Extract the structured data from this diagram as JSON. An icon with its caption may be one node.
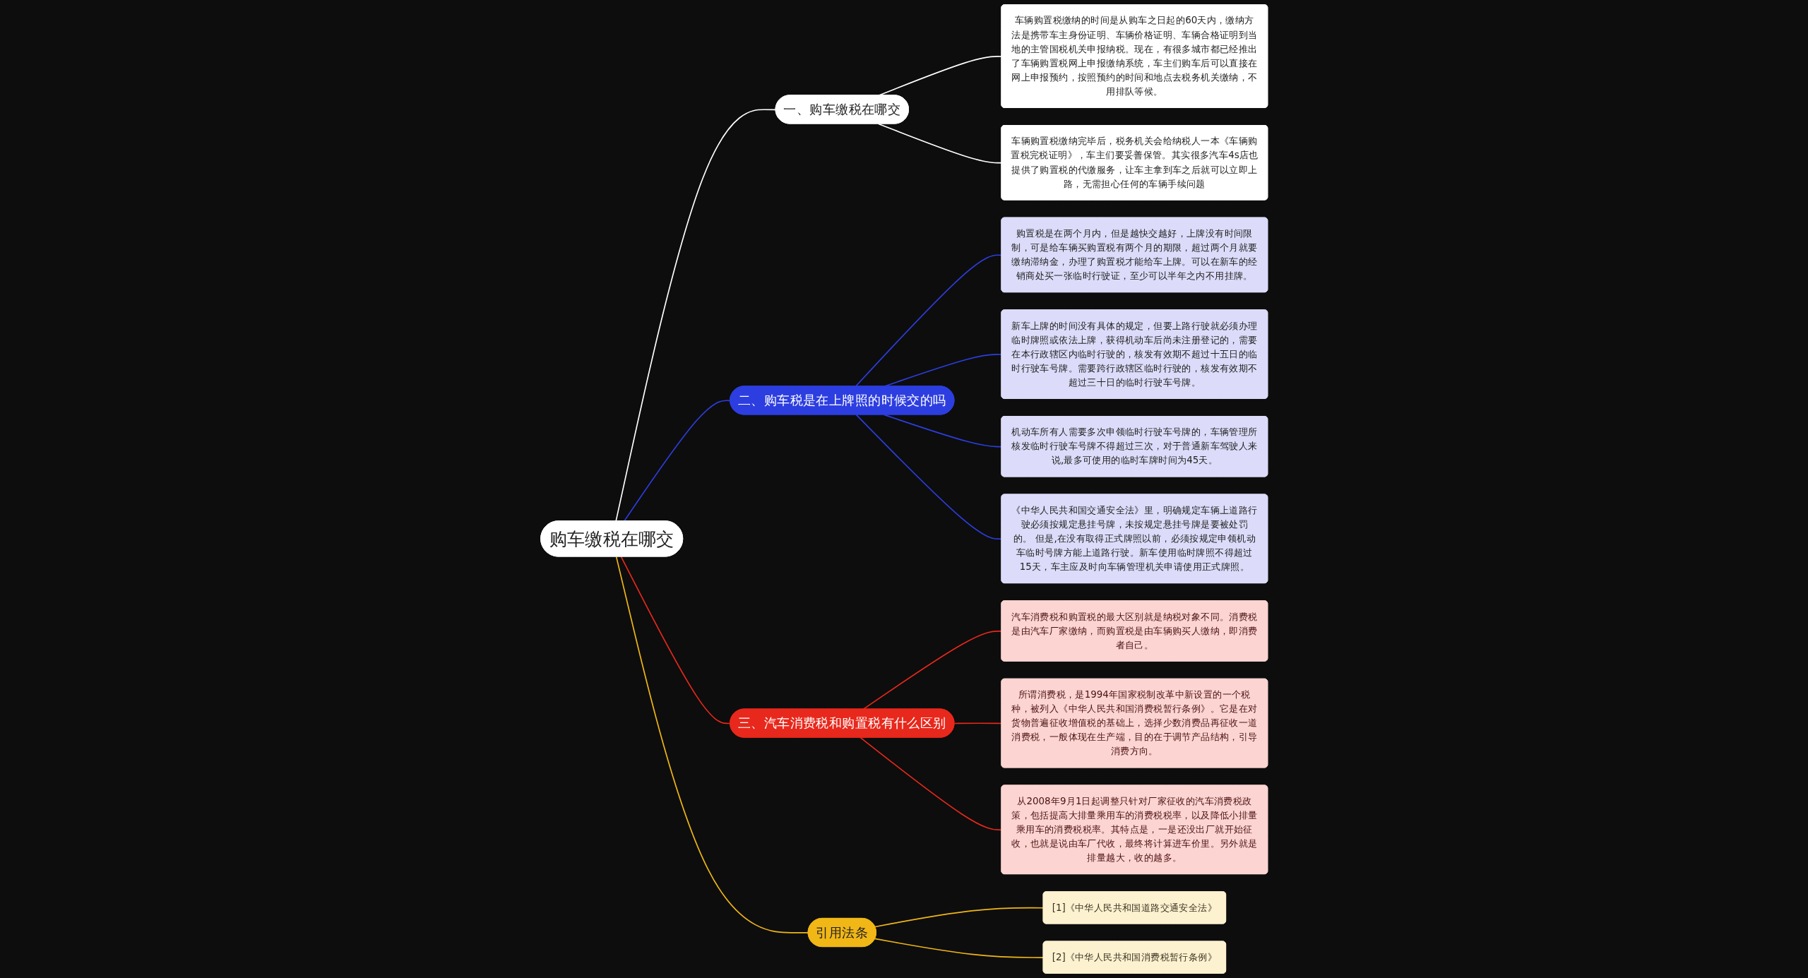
{
  "diagram": {
    "nodes": [
      {
        "text": [
          "购车缴税在哪交"
        ]
      },
      {
        "text": [
          "一、购车缴税在哪交"
        ]
      },
      {
        "text": [
          "车辆购置税缴纳的时间是从购车之日起的60天内，缴纳方法是携带车主身份证明、车辆价格证明、车辆合格证明到当地的主管国税机关申报纳税。现在，有很多城市都已经推出了车辆购置税网上申报缴纳系统，车主们购车后可以直接在网上申报预约，按照预约的时间和地点去税务机关缴纳，不用排队等候。"
        ]
      },
      {
        "text": [
          "车辆购置税缴纳完毕后，税务机关会给纳税人一本《车辆购置税完税证明》，车主们要妥善保管。其实很多汽车4s店也提供了购置税的代缴服务，让车主拿到车之后就可以立即上路，无需担心任何的车辆手续问题"
        ]
      },
      {
        "text": [
          "二、购车税是在上牌照的时候交的吗"
        ]
      },
      {
        "text": [
          "购置税是在两个月内，但是越快交越好，上牌没有时间限制，可是给车辆买购置税有两个月的期限，超过两个月就要缴纳滞纳金，办理了购置税才能给车上牌。可以在新车的经销商处买一张临时行驶证，至少可以半年之内不用挂牌。"
        ]
      },
      {
        "text": [
          "新车上牌的时间没有具体的规定，但要上路行驶就必须办理临时牌照或依法上牌，获得机动车后尚未注册登记的，需要在本行政辖区内临时行驶的，核发有效期不超过十五日的临时行驶车号牌。需要跨行政辖区临时行驶的，核发有效期不超过三十日的临时行驶车号牌。"
        ]
      },
      {
        "text": [
          "机动车所有人需要多次申领临时行驶车号牌的，车辆管理所核发临时行驶车号牌不得超过三次，对于普通新车驾驶人来说,最多可使用的临时车牌时间为45天。"
        ]
      },
      {
        "text": [
          "《中华人民共和国交通安全法》里，明确规定车辆上道路行驶必须按规定悬挂号牌，未按规定悬挂号牌是要被处罚的。 但是,在没有取得正式牌照以前，必须按规定申领机动车临时号牌方能上道路行驶。新车使用临时牌照不得超过15天，车主应及时向车辆管理机关申请使用正式牌照。"
        ]
      },
      {
        "text": [
          "三、汽车消费税和购置税有什么区别"
        ]
      },
      {
        "text": [
          "汽车消费税和购置税的最大区别就是纳税对象不同。消费税是由汽车厂家缴纳，而购置税是由车辆购买人缴纳，即消费者自己。"
        ]
      },
      {
        "text": [
          "所谓消费税，是1994年国家税制改革中新设置的一个税种，被列入《中华人民共和国消费税暂行条例》。它是在对货物普遍征收增值税的基础上，选择少数消费品再征收一道消费税，一般体现在生产端，目的在于调节产品结构，引导消费方向。"
        ]
      },
      {
        "text": [
          "从2008年9月1日起调整只针对厂家征收的汽车消费税政策，包括提高大排量乘用车的消费税税率，以及降低小排量乘用车的消费税税率。其特点是，一是还没出厂就开始征收，也就是说由车厂代收，最终将计算进车价里。另外就是排量越大，收的越多。"
        ]
      },
      {
        "text": [
          "引用法条"
        ]
      },
      {
        "text": [
          "[1]《中华人民共和国道路交通安全法》"
        ]
      },
      {
        "text": [
          "[2]《中华人民共和国消费税暂行条例》"
        ]
      }
    ],
    "edges": [
      {
        "from": 0,
        "to": 1,
        "arrow": "none",
        "color": "#ffffff"
      },
      {
        "from": 1,
        "to": 2,
        "arrow": "none",
        "color": "#ffffff"
      },
      {
        "from": 1,
        "to": 3,
        "arrow": "none",
        "color": "#ffffff"
      },
      {
        "from": 0,
        "to": 4,
        "arrow": "none"
      },
      {
        "from": 4,
        "to": 5,
        "arrow": "none"
      },
      {
        "from": 4,
        "to": 6,
        "arrow": "none"
      },
      {
        "from": 4,
        "to": 7,
        "arrow": "none"
      },
      {
        "from": 4,
        "to": 8,
        "arrow": "none"
      },
      {
        "from": 0,
        "to": 9,
        "arrow": "none",
        "color": "#e8281c"
      },
      {
        "from": 9,
        "to": 10,
        "arrow": "none",
        "color": "#e8281c"
      },
      {
        "from": 9,
        "to": 11,
        "arrow": "none",
        "color": "#e8281c"
      },
      {
        "from": 9,
        "to": 12,
        "arrow": "none",
        "color": "#e8281c"
      },
      {
        "from": 0,
        "to": 13,
        "arrow": "none",
        "color": "#f1b716"
      },
      {
        "from": 13,
        "to": 14,
        "arrow": "none",
        "color": "#f1b716"
      },
      {
        "from": 13,
        "to": 15,
        "arrow": "none",
        "color": "#f1b716"
      }
    ]
  }
}
